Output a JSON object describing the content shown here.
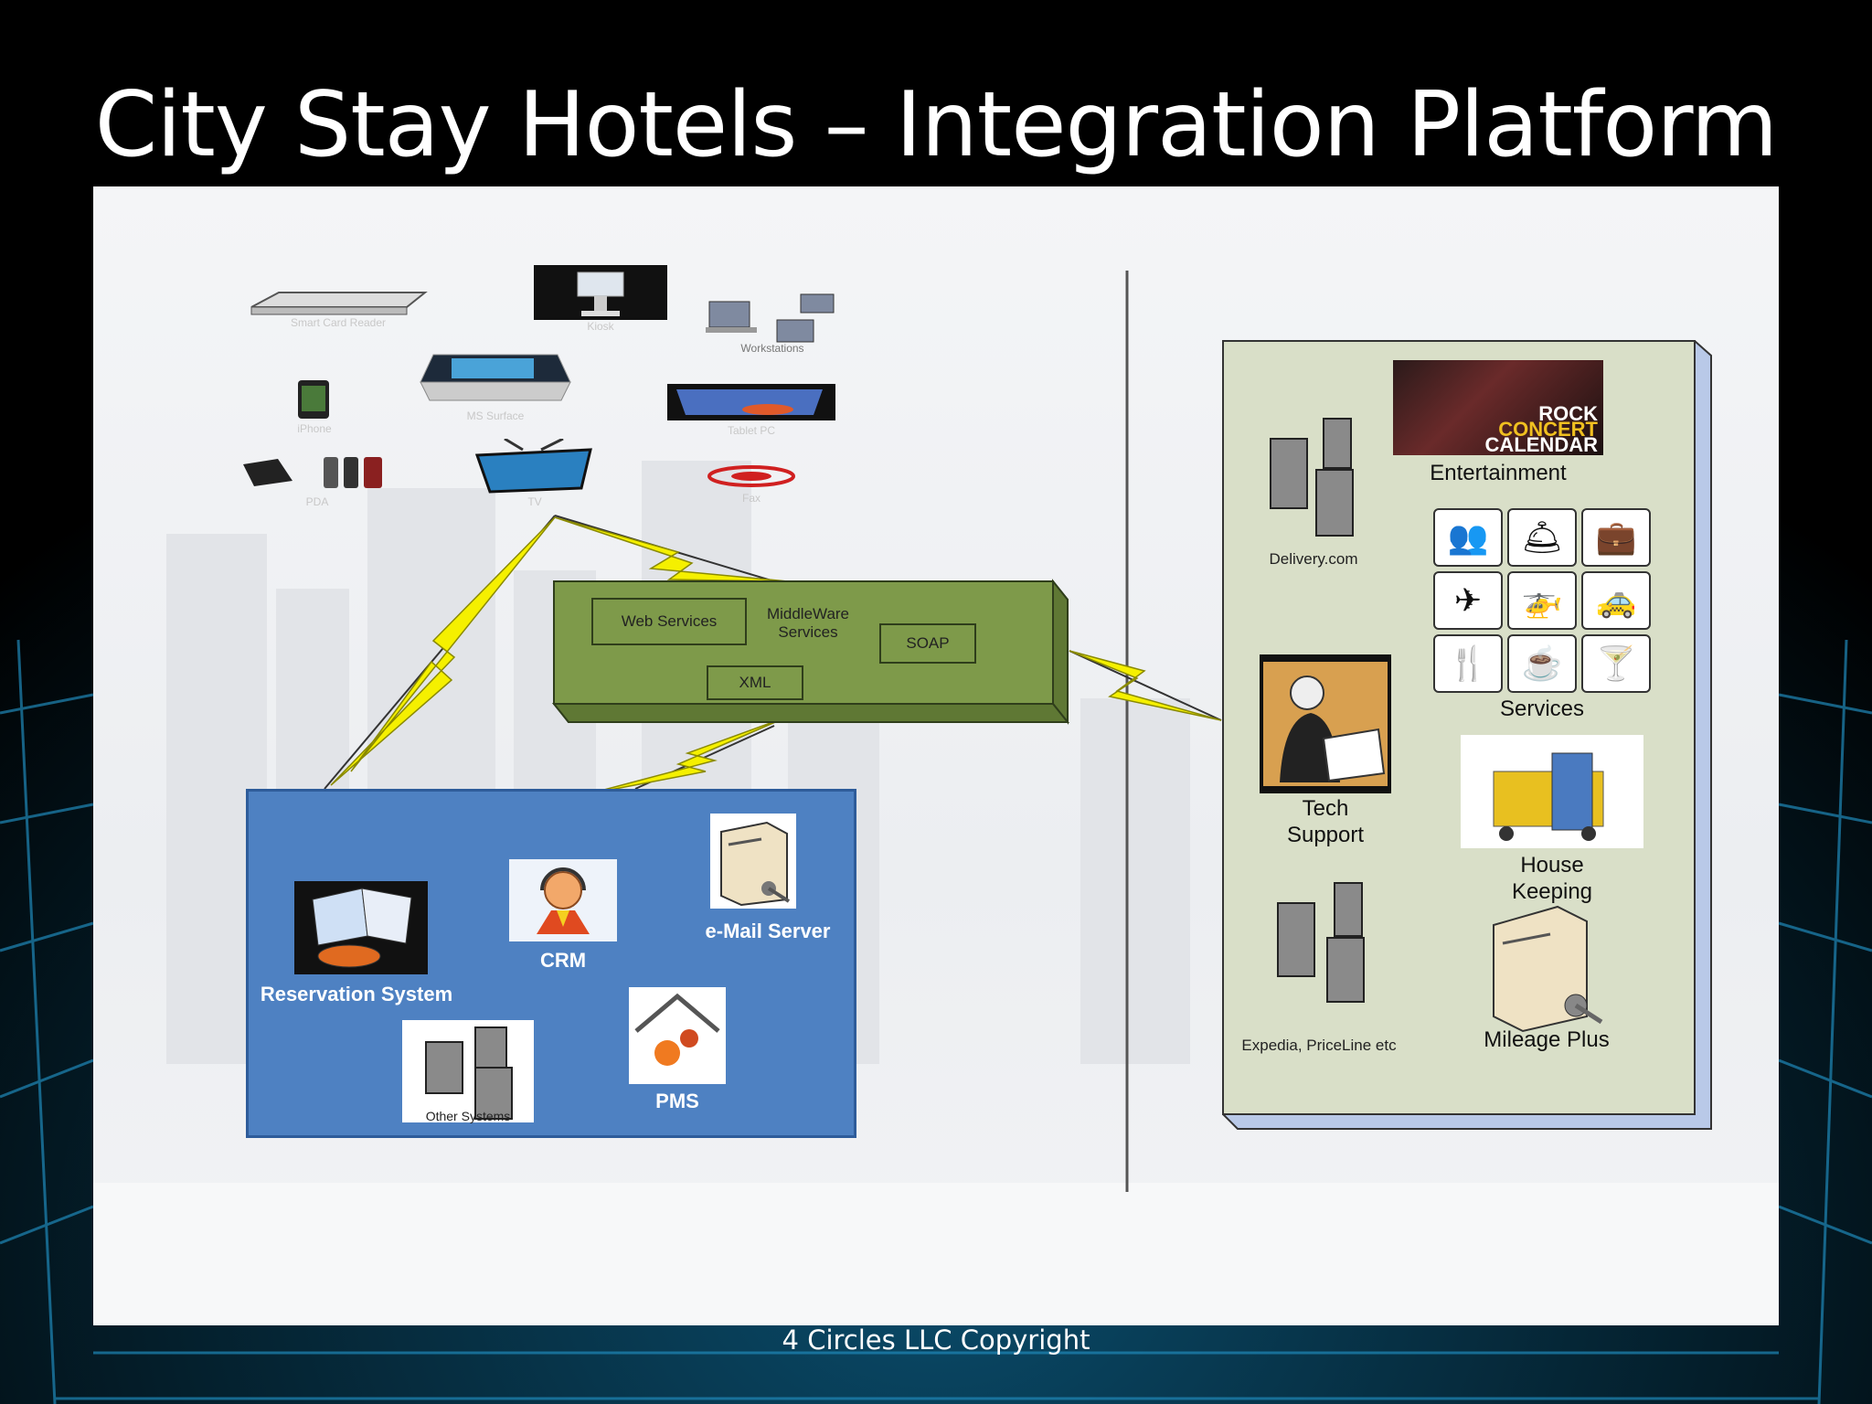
{
  "slide": {
    "title": "City Stay Hotels – Integration Platform",
    "footer": "4 Circles LLC Copyright"
  },
  "devices": {
    "items": [
      {
        "id": "smart-card-reader",
        "label": "Smart Card Reader"
      },
      {
        "id": "kiosk",
        "label": "Kiosk"
      },
      {
        "id": "workstations",
        "label": "Workstations"
      },
      {
        "id": "iphone",
        "label": "iPhone"
      },
      {
        "id": "ms-surface",
        "label": "MS Surface"
      },
      {
        "id": "pda",
        "label": "PDA"
      },
      {
        "id": "tablet-pc",
        "label": "Tablet PC"
      },
      {
        "id": "tv",
        "label": "TV"
      },
      {
        "id": "fax",
        "label": "Fax"
      }
    ]
  },
  "middleware": {
    "title_line1": "MiddleWare",
    "title_line2": "Services",
    "web_services": "Web Services",
    "soap": "SOAP",
    "xml": "XML"
  },
  "internal": {
    "reservation": "Reservation System",
    "crm": "CRM",
    "email": "e-Mail Server",
    "other": "Other Systems",
    "pms": "PMS"
  },
  "partners": {
    "delivery": "Delivery.com",
    "entertainment": "Entertainment",
    "rock_line1": "ROCK",
    "rock_line2": "CONCERT",
    "rock_line3": "CALENDAR",
    "services": "Services",
    "tech_line1": "Tech",
    "tech_line2": "Support",
    "house_line1": "House",
    "house_line2": "Keeping",
    "expedia": "Expedia, PriceLine etc",
    "mileage": "Mileage Plus",
    "service_icons": [
      "dining-icon",
      "checkin-icon",
      "concierge-icon",
      "airplane-icon",
      "helicopter-icon",
      "taxi-icon",
      "restaurant-icon",
      "coffee-icon",
      "cocktail-icon"
    ]
  },
  "colors": {
    "internal_box": "#4e81c2",
    "middleware_box": "#7e9a4a",
    "partner_box": "#d9dfc8",
    "lightning": "#f5f000"
  }
}
